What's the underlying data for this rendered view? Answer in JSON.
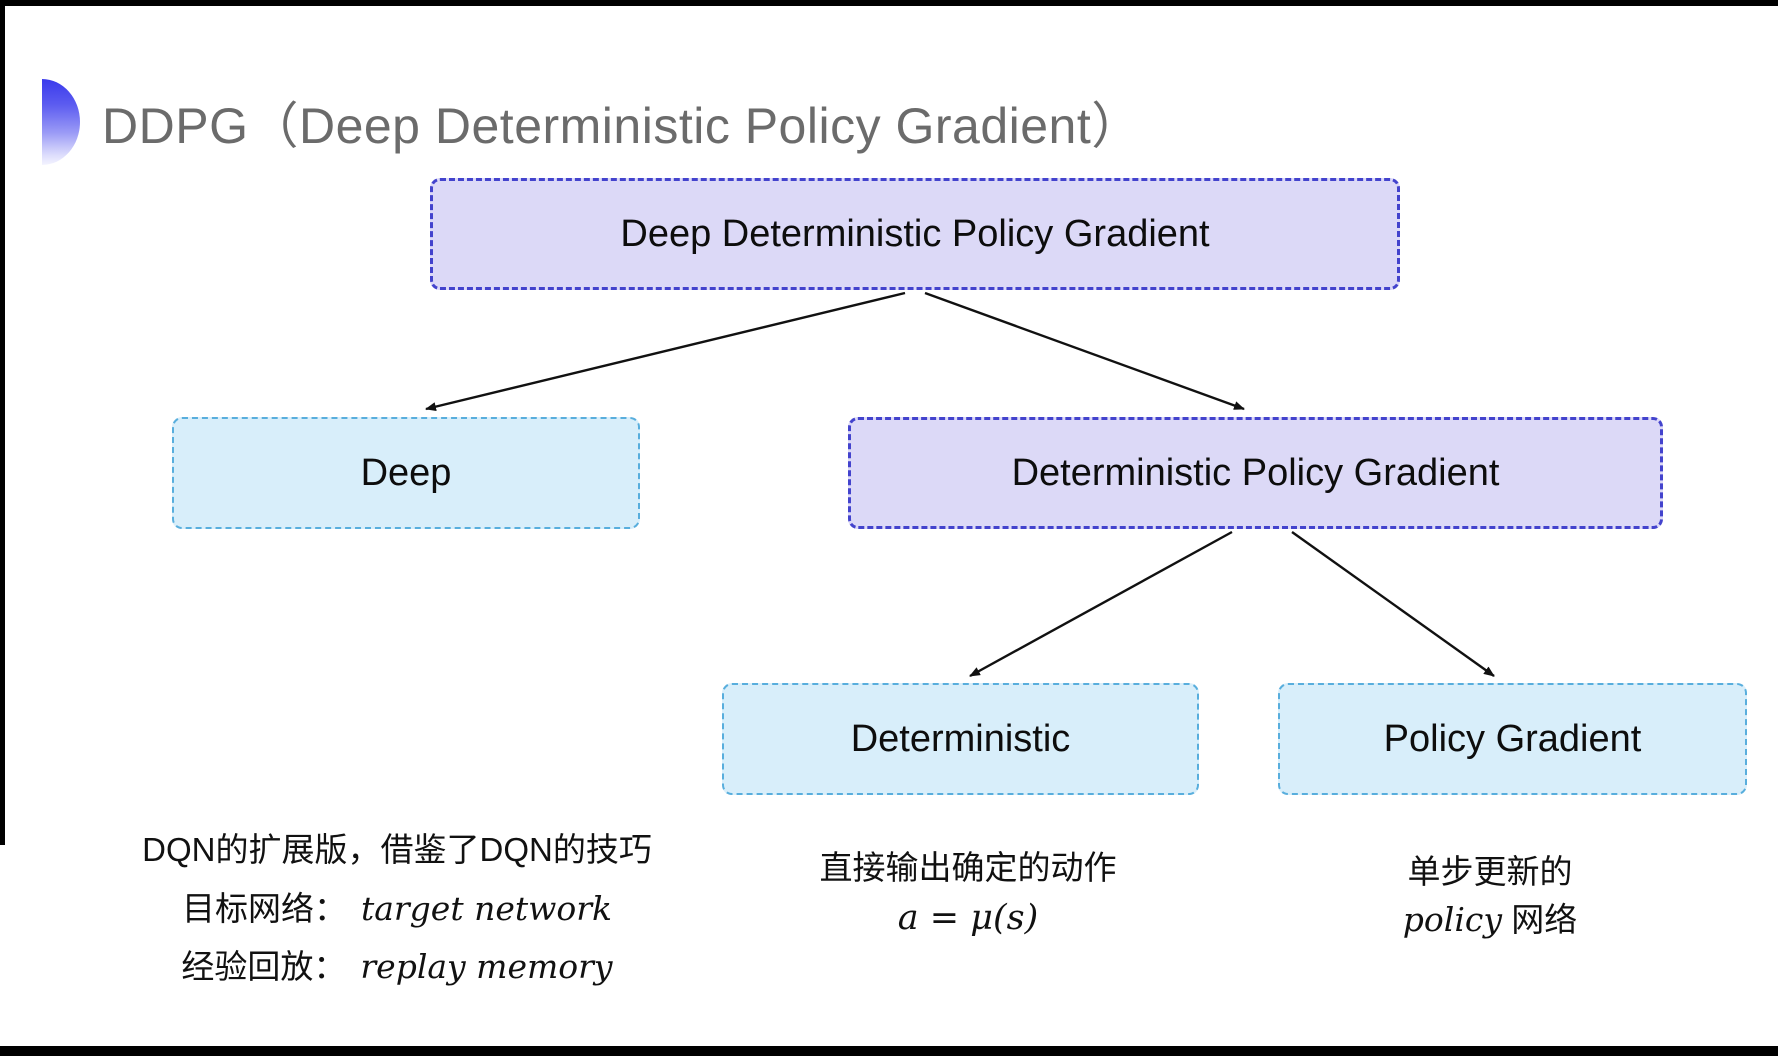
{
  "title": {
    "text": "DDPG（Deep Deterministic Policy Gradient）"
  },
  "diagram": {
    "nodes": [
      {
        "id": "root",
        "label": "Deep Deterministic Policy Gradient",
        "variant": "purple"
      },
      {
        "id": "deep",
        "label": "Deep",
        "variant": "cyan"
      },
      {
        "id": "dpg",
        "label": "Deterministic Policy Gradient",
        "variant": "purple"
      },
      {
        "id": "deterministic",
        "label": "Deterministic",
        "variant": "cyan"
      },
      {
        "id": "policy-gradient",
        "label": "Policy Gradient",
        "variant": "cyan"
      }
    ],
    "edges": [
      {
        "from": "root",
        "to": "deep"
      },
      {
        "from": "root",
        "to": "dpg"
      },
      {
        "from": "dpg",
        "to": "deterministic"
      },
      {
        "from": "dpg",
        "to": "policy-gradient"
      }
    ]
  },
  "notes": {
    "deep": {
      "line1": "DQN的扩展版，借鉴了DQN的技巧",
      "line2_label": "目标网络：",
      "line2_value": "target network",
      "line3_label": "经验回放：",
      "line3_value": "replay memory"
    },
    "deterministic": {
      "line1": "直接输出确定的动作",
      "formula": "a = μ(s)"
    },
    "policy_gradient": {
      "line1": "单步更新的",
      "line2_italic": "policy",
      "line2_rest": " 网络"
    }
  },
  "colors": {
    "purple_fill": "#dcd9f7",
    "purple_border": "#4343cd",
    "cyan_fill": "#d8eefa",
    "cyan_border": "#58aedd",
    "title_text": "#6b6b6b",
    "bullet_blue": "#3a3aec",
    "arrow": "#111111"
  }
}
